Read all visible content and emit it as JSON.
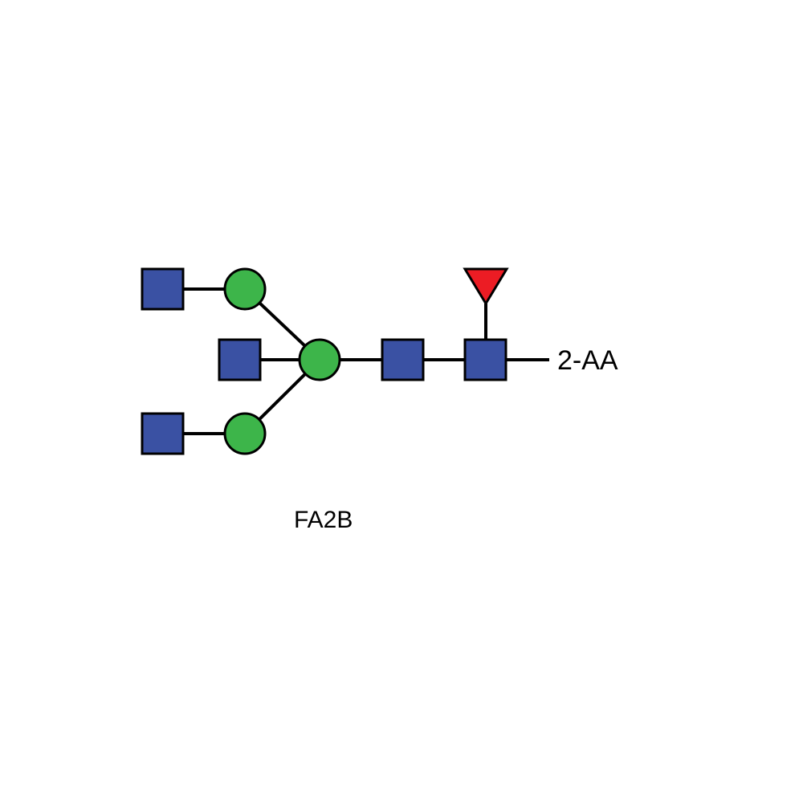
{
  "glycan": {
    "name": "FA2B",
    "reducing_end_label": "2-AA",
    "residues": [
      {
        "id": "glcnac-antenna-upper",
        "type": "GlcNAc",
        "shape": "square"
      },
      {
        "id": "man-upper",
        "type": "Man",
        "shape": "circle"
      },
      {
        "id": "glcnac-bisecting",
        "type": "GlcNAc",
        "shape": "square"
      },
      {
        "id": "man-core",
        "type": "Man",
        "shape": "circle"
      },
      {
        "id": "glcnac-antenna-lower",
        "type": "GlcNAc",
        "shape": "square"
      },
      {
        "id": "man-lower",
        "type": "Man",
        "shape": "circle"
      },
      {
        "id": "glcnac-core-2",
        "type": "GlcNAc",
        "shape": "square"
      },
      {
        "id": "glcnac-reducing",
        "type": "GlcNAc",
        "shape": "square"
      },
      {
        "id": "fucose-core",
        "type": "Fuc",
        "shape": "triangle"
      }
    ]
  },
  "colors": {
    "glcnac": "#3a51a3",
    "mannose": "#3db54a",
    "fucose": "#ec1c24",
    "outline": "#000000"
  }
}
